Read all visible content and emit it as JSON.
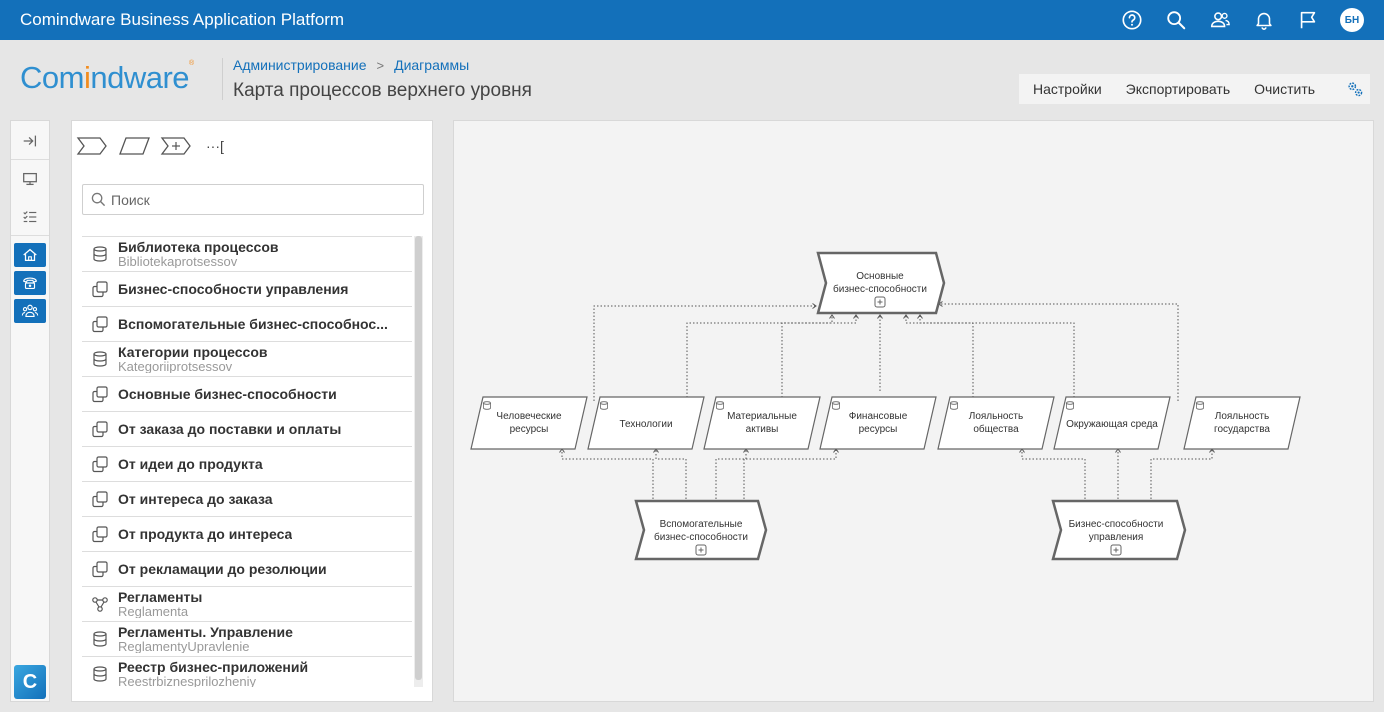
{
  "app": {
    "title": "Comindware Business Application Platform",
    "user_initials": "БН",
    "top_icons": [
      "help-icon",
      "search-icon",
      "users-icon",
      "bell-icon",
      "flag-icon"
    ]
  },
  "logo": {
    "part1": "Com",
    "part2": "i",
    "part3": "ndware",
    "mark": "®"
  },
  "breadcrumb": {
    "item1": "Администрирование",
    "separator": ">",
    "item2": "Диаграммы"
  },
  "page_title": "Карта процессов верхнего уровня",
  "actions": {
    "settings": "Настройки",
    "export": "Экспортировать",
    "clear": "Очистить"
  },
  "rail": {
    "items": [
      "collapse-icon",
      "monitor-icon",
      "checklist-icon",
      "home-icon",
      "phone-icon",
      "group-icon"
    ],
    "logo_letter": "C"
  },
  "palette": {
    "tools": [
      "chevron-shape-icon",
      "parallelogram-shape-icon",
      "chevron-plus-shape-icon",
      "annotation-icon"
    ],
    "annotation_glyph": "···[",
    "search_placeholder": "Поиск",
    "items": [
      {
        "name": "Библиотека процессов",
        "sub": "Bibliotekaprotsessov",
        "icon": "database-icon"
      },
      {
        "name": "Бизнес-способности управления",
        "sub": "",
        "icon": "copy-icon"
      },
      {
        "name": "Вспомогательные бизнес-способнос...",
        "sub": "",
        "icon": "copy-icon"
      },
      {
        "name": "Категории процессов",
        "sub": "Kategoriiprotsessov",
        "icon": "database-icon"
      },
      {
        "name": "Основные бизнес-способности",
        "sub": "",
        "icon": "copy-icon"
      },
      {
        "name": "От заказа до поставки и оплаты",
        "sub": "",
        "icon": "copy-icon"
      },
      {
        "name": "От идеи до продукта",
        "sub": "",
        "icon": "copy-icon"
      },
      {
        "name": "От интереса до заказа",
        "sub": "",
        "icon": "copy-icon"
      },
      {
        "name": "От продукта до интереса",
        "sub": "",
        "icon": "copy-icon"
      },
      {
        "name": "От рекламации до резолюции",
        "sub": "",
        "icon": "copy-icon"
      },
      {
        "name": "Регламенты",
        "sub": "Reglamenta",
        "icon": "process-flow-icon"
      },
      {
        "name": "Регламенты. Управление",
        "sub": "ReglamentyUpravlenie",
        "icon": "database-icon"
      },
      {
        "name": "Реестр бизнес-приложений",
        "sub": "Reestrbiznesprilozheniy",
        "icon": "database-icon"
      }
    ]
  },
  "diagram": {
    "main": {
      "line1": "Основные",
      "line2": "бизнес-способности"
    },
    "support": {
      "line1": "Вспомогательные",
      "line2": "бизнес-способности"
    },
    "management": {
      "line1": "Бизнес-способности",
      "line2": "управления"
    },
    "resources": [
      {
        "line1": "Человеческие",
        "line2": "ресурсы"
      },
      {
        "line1": "Технологии",
        "line2": ""
      },
      {
        "line1": "Материальные",
        "line2": "активы"
      },
      {
        "line1": "Финансовые",
        "line2": "ресурсы"
      },
      {
        "line1": "Лояльность",
        "line2": "общества"
      },
      {
        "line1": "Окружающая среда",
        "line2": ""
      },
      {
        "line1": "Лояльность",
        "line2": "государства"
      }
    ]
  }
}
